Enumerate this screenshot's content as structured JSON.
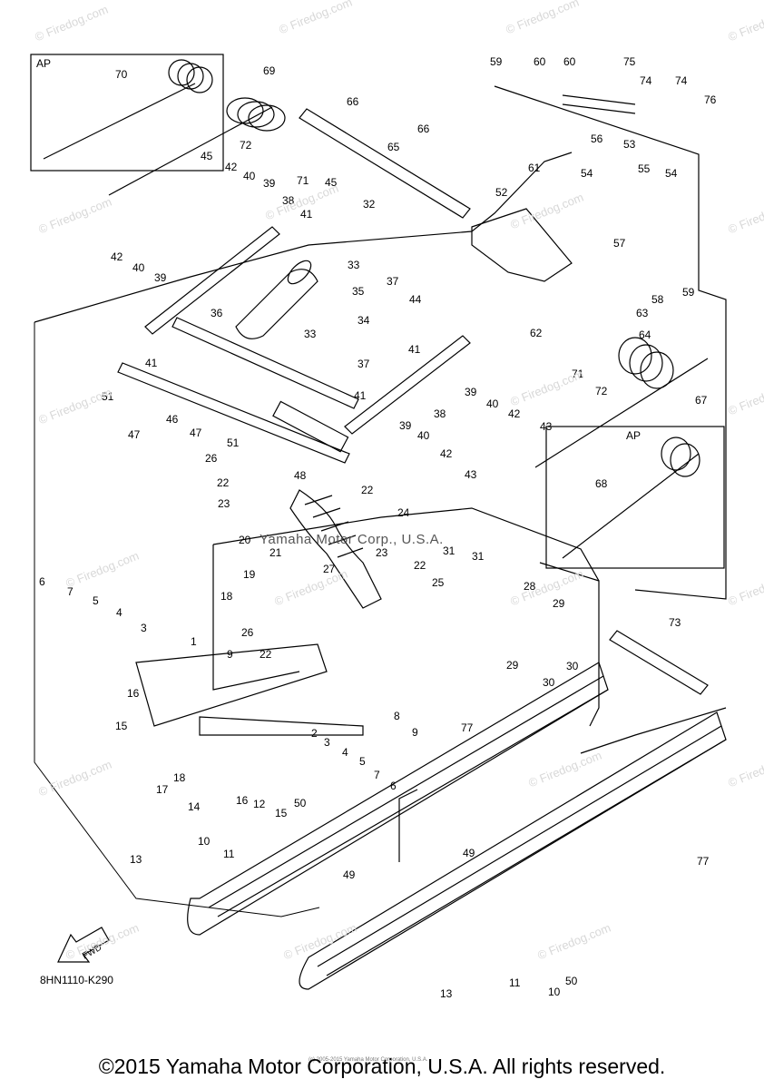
{
  "watermark": "© Firedog.com",
  "stamp_text": "Yamaha Motor Corp., U.S.A.",
  "diagram_code": "8HN1110-K290",
  "fwd_label": "FWD",
  "inset_label": "AP",
  "small_credit": "(c) 2005-2015 Yamaha Motor Corporation, U.S.A.",
  "footer": "©2015 Yamaha Motor Corporation, U.S.A. All rights reserved.",
  "part_labels": [
    "70",
    "69",
    "66",
    "66",
    "65",
    "72",
    "71",
    "45",
    "42",
    "40",
    "39",
    "38",
    "41",
    "45",
    "32",
    "42",
    "40",
    "39",
    "33",
    "37",
    "44",
    "35",
    "36",
    "34",
    "33",
    "37",
    "41",
    "51",
    "47",
    "46",
    "47",
    "51",
    "26",
    "22",
    "23",
    "48",
    "22",
    "24",
    "20",
    "21",
    "27",
    "31",
    "31",
    "19",
    "18",
    "26",
    "22",
    "23",
    "22",
    "25",
    "28",
    "29",
    "29",
    "30",
    "30",
    "9",
    "8",
    "9",
    "1",
    "16",
    "15",
    "17",
    "18",
    "14",
    "16",
    "12",
    "15",
    "2",
    "3",
    "4",
    "5",
    "7",
    "6",
    "50",
    "10",
    "11",
    "13",
    "49",
    "49",
    "11",
    "10",
    "50",
    "13",
    "6",
    "7",
    "5",
    "4",
    "3",
    "59",
    "60",
    "60",
    "75",
    "74",
    "74",
    "76",
    "56",
    "53",
    "54",
    "55",
    "54",
    "61",
    "52",
    "57",
    "58",
    "59",
    "63",
    "64",
    "71",
    "72",
    "67",
    "62",
    "41",
    "39",
    "40",
    "42",
    "43",
    "38",
    "41",
    "39",
    "40",
    "42",
    "43",
    "68",
    "73",
    "77",
    "77"
  ]
}
